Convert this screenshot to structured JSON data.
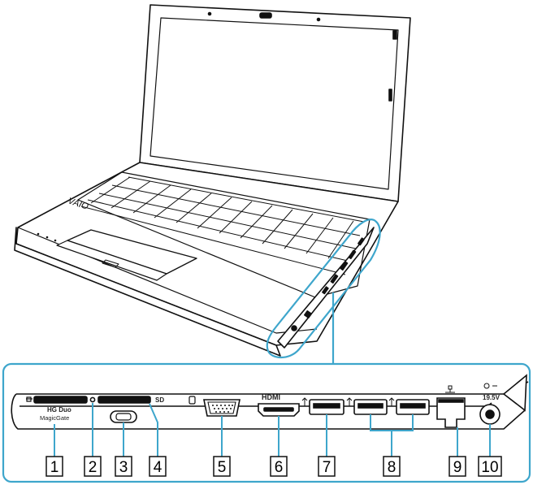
{
  "colors": {
    "accent": "#3ea6cc",
    "line": "#111111",
    "panel_fill": "#ffffff"
  },
  "port_labels": {
    "memory_stick_line1": "HG Duo",
    "memory_stick_line2": "MagicGate",
    "sd": "SD",
    "hdmi": "HDMI",
    "voltage": "19.5V"
  },
  "callouts": [
    {
      "number": "1",
      "port": "memory-stick-duo-slot"
    },
    {
      "number": "2",
      "port": "media-access-indicator"
    },
    {
      "number": "3",
      "port": "wireless-switch"
    },
    {
      "number": "4",
      "port": "sd-card-slot"
    },
    {
      "number": "5",
      "port": "monitor-port"
    },
    {
      "number": "6",
      "port": "hdmi-output-port"
    },
    {
      "number": "7",
      "port": "usb-port"
    },
    {
      "number": "8",
      "port": "usb-ports"
    },
    {
      "number": "9",
      "port": "lan-port"
    },
    {
      "number": "10",
      "port": "dc-in-port"
    }
  ],
  "icons": [
    "memory-stick-icon",
    "lock-slot-icon",
    "usb-icon",
    "network-icon",
    "dc-in-icon"
  ]
}
